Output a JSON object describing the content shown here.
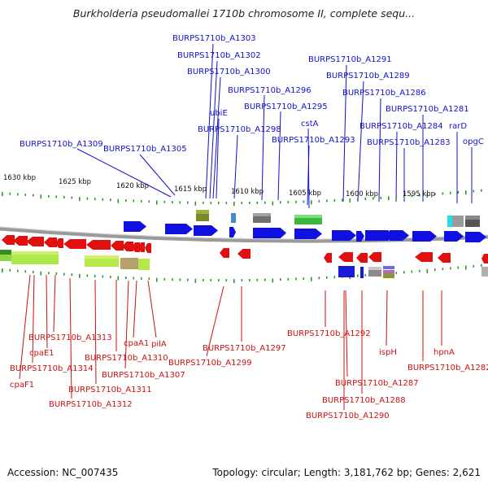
{
  "title": "Burkholderia pseudomallei 1710b chromosome II, complete sequ...",
  "ticks": [
    {
      "kbp": 1630,
      "label": "1630 kbp"
    },
    {
      "kbp": 1625,
      "label": "1625 kbp"
    },
    {
      "kbp": 1620,
      "label": "1620 kbp"
    },
    {
      "kbp": 1615,
      "label": "1615 kbp"
    },
    {
      "kbp": 1610,
      "label": "1610 kbp"
    },
    {
      "kbp": 1605,
      "label": "1605 kbp"
    },
    {
      "kbp": 1600,
      "label": "1600 kbp"
    },
    {
      "kbp": 1595,
      "label": "1595 kbp"
    }
  ],
  "top_labels": [
    "BURPS1710b_A1303",
    "BURPS1710b_A1302",
    "BURPS1710b_A1300",
    "ubiE",
    "BURPS1710b_A1298",
    "BURPS1710b_A1296",
    "BURPS1710b_A1295",
    "BURPS1710b_A1309",
    "BURPS1710b_A1305",
    "BURPS1710b_A1291",
    "BURPS1710b_A1289",
    "BURPS1710b_A1286",
    "cstA",
    "BURPS1710b_A1293",
    "BURPS1710b_A1284",
    "BURPS1710b_A1283",
    "BURPS1710b_A1281",
    "rarD",
    "opgC"
  ],
  "bottom_labels": [
    "BURPS1710b_A1313",
    "cpaE1",
    "BURPS1710b_A1314",
    "cpaF1",
    "cpaA1",
    "pilA",
    "BURPS1710b_A1310",
    "BURPS1710b_A1307",
    "BURPS1710b_A1311",
    "BURPS1710b_A1312",
    "BURPS1710b_A1299",
    "BURPS1710b_A1297",
    "BURPS1710b_A1292",
    "ispH",
    "hpnA",
    "BURPS1710b_A1287",
    "BURPS1710b_A1288",
    "BURPS1710b_A1290",
    "BURPS1710b_A1282"
  ],
  "colors": {
    "forward": "#1010e0",
    "reverse": "#e01010",
    "top_label": "#1111cc",
    "bottom_label": "#cc1111",
    "tick_dot": "#2a9a2a"
  },
  "footer": {
    "accession": "Accession: NC_007435",
    "topology": "Topology: circular; Length: 3,181,762 bp; Genes: 2,621"
  }
}
